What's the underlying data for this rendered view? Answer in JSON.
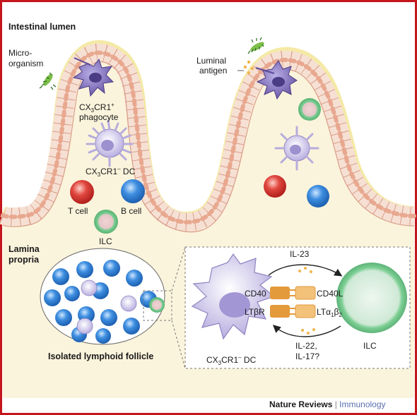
{
  "labels": {
    "lumen": "Intestinal lumen",
    "micro_line1": "Micro-",
    "micro_line2": "organism",
    "luminal_line1": "Luminal",
    "luminal_line2": "antigen",
    "cx_pos_phagocyte_line1": "CX",
    "cx_pos_sub": "3",
    "cx_pos_rest": "CR1",
    "cx_pos_sup": "+",
    "cx_pos_line2": "phagocyte",
    "cx_neg_dc_main": "CX",
    "cx_neg_dc_sub": "3",
    "cx_neg_dc_rest": "CR1",
    "cx_neg_dc_sup": "–",
    "cx_neg_dc_tail": " DC",
    "t_cell": "T cell",
    "b_cell": "B cell",
    "ilc": "ILC",
    "lamina_line1": "Lamina",
    "lamina_line2": "propria",
    "follicle": "Isolated lymphoid follicle",
    "il23": "IL-23",
    "cd40": "CD40",
    "ltbr": "LTβR",
    "cd40l": "CD40L",
    "lta1b2_a": "LTα",
    "lta1b2_sub1": "1",
    "lta1b2_b": "β",
    "lta1b2_sub2": "2",
    "il22_line1": "IL-22,",
    "il22_line2": "IL-17?",
    "inset_ilc": "ILC",
    "inset_dc_main": "CX",
    "inset_dc_sub": "3",
    "inset_dc_rest": "CR1",
    "inset_dc_sup": "–",
    "inset_dc_tail": " DC",
    "credit_journal": "Nature Reviews",
    "credit_sep": " | ",
    "credit_section": "Immunology"
  },
  "colors": {
    "border": "#c4161c",
    "mucus": "#f4e9a6",
    "lamina": "#fbf4dc",
    "epithelium": "#f6e0d4",
    "epithelium_edge": "#d99c86",
    "nucleus": "#e8a88f",
    "phagocyte": "#8c7cc4",
    "dc": "#c9c0e8",
    "t_cell": "#d8332f",
    "b_cell": "#2f7fd0",
    "ilc": "#6fc08a",
    "receptor": "#e39a3a",
    "credit": "#5a6fb0"
  }
}
